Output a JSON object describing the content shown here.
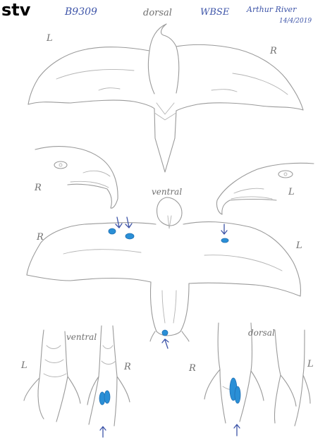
{
  "header": {
    "corner_text": "stv",
    "bird_id": "B9309",
    "view_top": "dorsal",
    "species_code": "WBSE",
    "location": "Arthur River",
    "date": "14/4/2019"
  },
  "side_labels": {
    "top_left": "L",
    "top_right": "R",
    "head_left": "R",
    "head_right": "L",
    "ventral_left": "R",
    "ventral_right": "L",
    "foot_ventral_left": "L",
    "foot_ventral_right": "R",
    "foot_dorsal_left": "R",
    "foot_dorsal_right": "L"
  },
  "view_labels": {
    "ventral_body": "ventral",
    "ventral_feet": "ventral",
    "dorsal_feet": "dorsal"
  },
  "colors": {
    "pencil": "#9a9a9a",
    "pen_blue": "#3d54a8",
    "spot_blue": "#2a8fd6"
  }
}
